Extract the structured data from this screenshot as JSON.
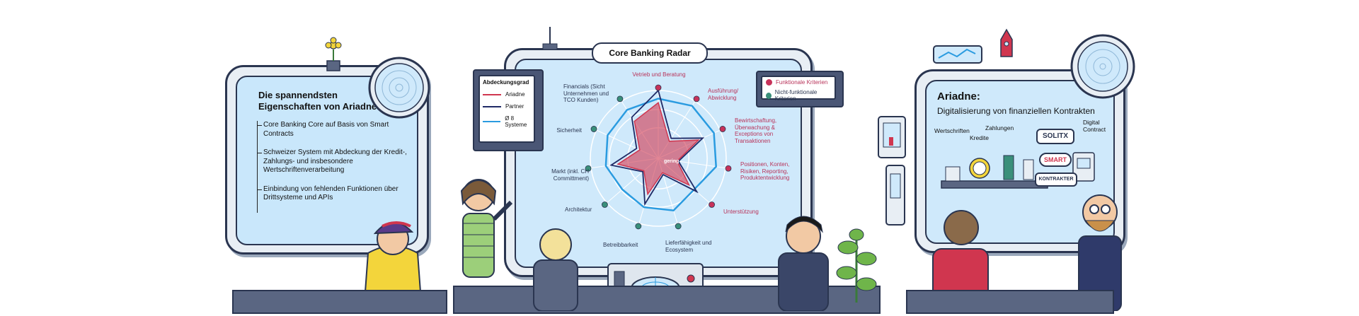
{
  "left_screen": {
    "title": "Die spannendsten Eigenschaften von Ariadne",
    "items": [
      "Core Banking Core auf Basis von Smart Contracts",
      "Schweizer System mit Abdeckung der Kredit-, Zahlungs- und insbesondere Wertschriftenverarbeitung",
      "Einbindung von fehlenden Funktionen über Drittsysteme und APIs"
    ]
  },
  "radar": {
    "title": "Core Banking Radar",
    "center_label": "gering",
    "axes": [
      {
        "label": "Vetrieb und Beratung",
        "type": "functional"
      },
      {
        "label": "Ausführung/ Abwicklung",
        "type": "functional"
      },
      {
        "label": "Bewirtschaftung, Überwachung & Exceptions von Transaktionen",
        "type": "functional"
      },
      {
        "label": "Positionen, Konten, Risiken, Reporting, Produktentwicklung",
        "type": "functional"
      },
      {
        "label": "Unterstützung",
        "type": "functional"
      },
      {
        "label": "Lieferfähigkeit und Ecosystem",
        "type": "non-functional"
      },
      {
        "label": "Betreibbarkeit",
        "type": "non-functional"
      },
      {
        "label": "Architektur",
        "type": "non-functional"
      },
      {
        "label": "Markt (inkl. CH Committment)",
        "type": "non-functional"
      },
      {
        "label": "Sicherheit",
        "type": "non-functional"
      },
      {
        "label": "Financials (Sicht Unternehmen und TCO Kunden)",
        "type": "non-functional"
      }
    ]
  },
  "coverage_legend": {
    "title": "Abdeckungsgrad",
    "entries": [
      {
        "label": "Ariadne",
        "color": "#d0364f"
      },
      {
        "label": "Partner",
        "color": "#1f2a66"
      },
      {
        "label": "Ø 8 Systeme",
        "color": "#2a9be0"
      }
    ]
  },
  "criteria_legend": {
    "entries": [
      {
        "label": "Funktionale Kriterien",
        "color": "#c7325a"
      },
      {
        "label": "Nicht-funktionale Kriterien",
        "color": "#3a8f7a"
      }
    ]
  },
  "right_screen": {
    "title": "Ariadne:",
    "subtitle": "Digitalisierung von finanziellen Kontrakten",
    "labels": [
      "Wertschriften",
      "Kredite",
      "Zahlungen",
      "Digital Contract"
    ],
    "tags": [
      "SOLITX",
      "SMART",
      "KONTRAKTER"
    ]
  },
  "colors": {
    "screen": "#cfe9fb",
    "frame": "#2a3550",
    "ariadne_fill": "#d0364f",
    "partner": "#1f2a66",
    "average": "#2a9be0"
  }
}
